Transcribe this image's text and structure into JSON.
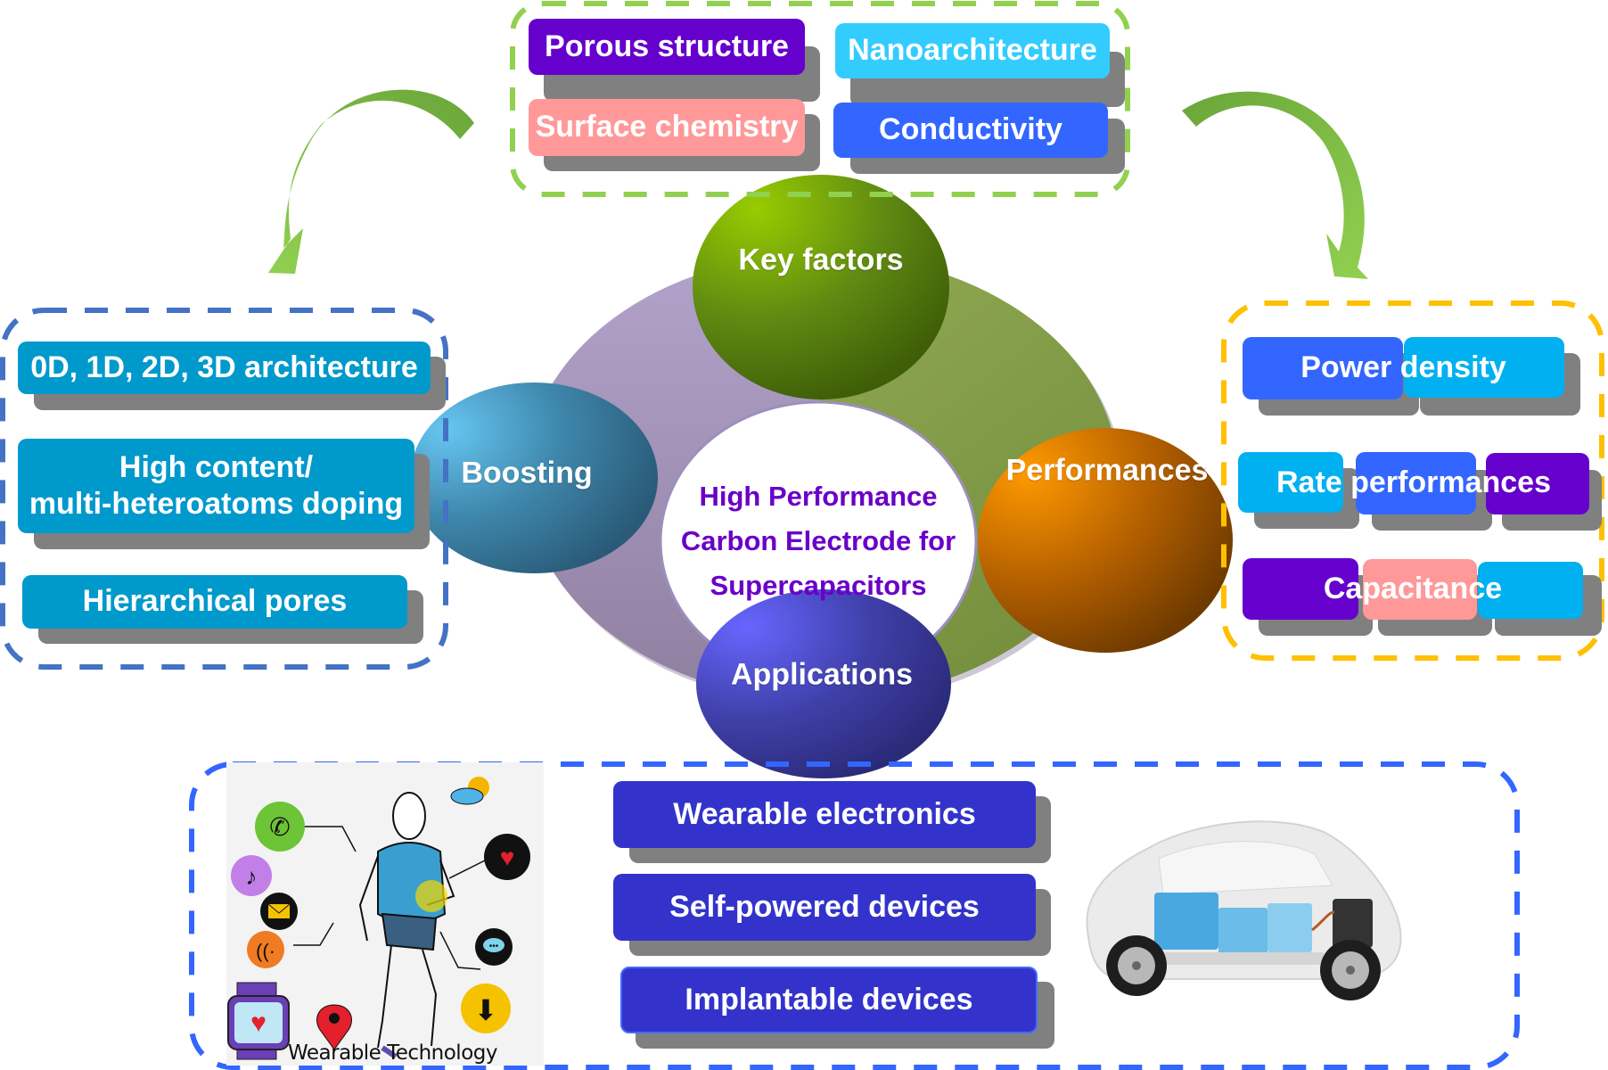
{
  "title": "High Performance Carbon Electrode for Supercapacitors",
  "center": {
    "lines": [
      "High Performance",
      "Carbon Electrode for",
      "Supercapacitors"
    ]
  },
  "hubs": {
    "key_factors": "Key factors",
    "boosting": "Boosting",
    "performances": "Performances",
    "applications": "Applications"
  },
  "key_factors_box": {
    "items": [
      {
        "label": "Porous structure",
        "color": "#6600cc"
      },
      {
        "label": "Nanoarchitecture",
        "color": "#33ccff"
      },
      {
        "label": "Surface chemistry",
        "color": "#ff9999"
      },
      {
        "label": "Conductivity",
        "color": "#3366ff"
      }
    ],
    "border_color": "#92d050"
  },
  "boosting_box": {
    "items": [
      {
        "label": "0D, 1D, 2D, 3D architecture"
      },
      {
        "label_line1": "High content/",
        "label_line2": "multi-heteroatoms doping"
      },
      {
        "label": "Hierarchical pores"
      }
    ],
    "color": "#0099cc",
    "border_color": "#4472c4"
  },
  "performances_box": {
    "items": [
      {
        "label": "Power density",
        "segments": [
          "#3366ff",
          "#00b0f0"
        ]
      },
      {
        "label": "Rate performances",
        "segments": [
          "#00b0f0",
          "#3366ff",
          "#6600cc"
        ]
      },
      {
        "label": "Capacitance",
        "segments": [
          "#6600cc",
          "#ff9999",
          "#00b0f0"
        ]
      }
    ],
    "border_color": "#ffc000"
  },
  "applications_box": {
    "items": [
      {
        "label": "Wearable electronics"
      },
      {
        "label": "Self-powered devices"
      },
      {
        "label": "Implantable devices"
      }
    ],
    "color": "#3333cc",
    "border_color": "#3366ff",
    "wearable_image_caption": "Wearable Technology",
    "wearable_icons": [
      "phone-icon",
      "music-note-icon",
      "mail-icon",
      "wifi-icon",
      "smartwatch-icon",
      "location-pin-icon",
      "weather-icon",
      "heart-rate-icon",
      "chat-icon",
      "download-icon"
    ],
    "car_image": "electric-car-battery-illustration"
  },
  "colors": {
    "ring_left": "#a596bd",
    "ring_right": "#8ea84f",
    "arrow": "#7ab648",
    "center_text": "#6a00c8"
  }
}
